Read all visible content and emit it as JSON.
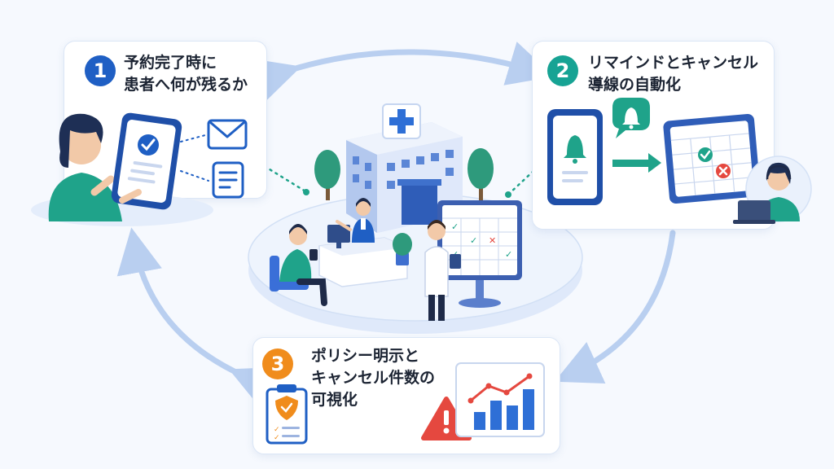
{
  "steps": [
    {
      "number": "1",
      "title_line1": "予約完了時に",
      "title_line2": "患者へ何が残るか"
    },
    {
      "number": "2",
      "title_line1": "リマインドとキャンセル",
      "title_line2": "導線の自動化"
    },
    {
      "number": "3",
      "title_line1": "ポリシー明示と",
      "title_line2": "キャンセル件数の",
      "title_line3": "可視化"
    }
  ],
  "colors": {
    "step1_badge": "#1f5fc4",
    "step2_badge": "#17a394",
    "step3_badge": "#f08c1c",
    "arrow": "#b9cff0",
    "teal": "#1fa38a",
    "navy": "#1f4fa8",
    "alert": "#e5483f"
  },
  "icons": [
    "envelope-icon",
    "document-icon",
    "check-icon",
    "bell-icon",
    "arrow-right-icon",
    "calendar-icon",
    "cross-icon",
    "shield-check-icon",
    "warning-icon",
    "chart-icon",
    "hospital-cross-icon"
  ]
}
